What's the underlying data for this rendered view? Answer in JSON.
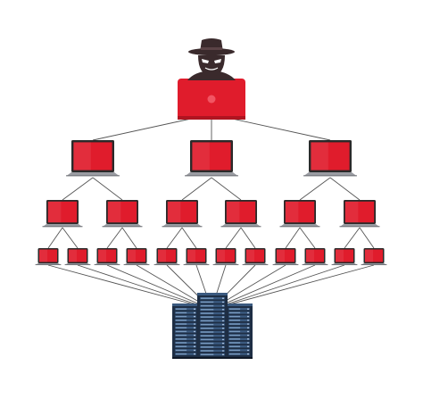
{
  "diagram": {
    "nodes": {
      "hacker": {
        "kind": "hacker-on-laptop",
        "icon": "hacker-icon"
      },
      "level1_laptops": 3,
      "level2_laptops": 6,
      "level3_laptops": 12,
      "server": {
        "kind": "server-rack",
        "units": 3,
        "icon": "server-rack-icon"
      }
    },
    "colors": {
      "screen_red": "#e01c2c",
      "laptop_base": "#9a9ca2",
      "hacker_dark": "#3a2a2c",
      "line": "#555555",
      "server_dark": "#1e2e44",
      "server_mid": "#3b5a80",
      "server_light": "#8fb0d4"
    }
  }
}
